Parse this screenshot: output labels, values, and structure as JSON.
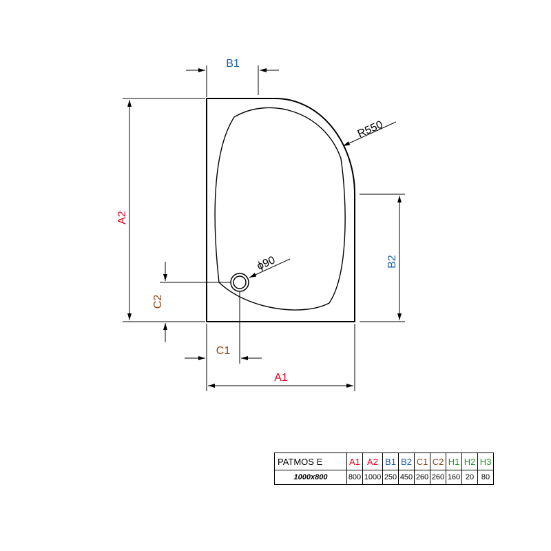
{
  "dimension_labels": {
    "A1": "A1",
    "A2": "A2",
    "B1": "B1",
    "B2": "B2",
    "C1": "C1",
    "C2": "C2",
    "radius": "R550",
    "drain": "90",
    "drain_symbol": "ϕ"
  },
  "colors": {
    "A": "#e2001a",
    "B": "#1560b0",
    "C": "#8b4513",
    "H": "#1a9a1a",
    "line": "#000000"
  },
  "table": {
    "model": "PATMOS E",
    "size": "1000x800",
    "columns": [
      {
        "key": "A1",
        "value": "800",
        "group": "A"
      },
      {
        "key": "A2",
        "value": "1000",
        "group": "A"
      },
      {
        "key": "B1",
        "value": "250",
        "group": "B"
      },
      {
        "key": "B2",
        "value": "450",
        "group": "B"
      },
      {
        "key": "C1",
        "value": "260",
        "group": "C"
      },
      {
        "key": "C2",
        "value": "260",
        "group": "C"
      },
      {
        "key": "H1",
        "value": "160",
        "group": "H"
      },
      {
        "key": "H2",
        "value": "20",
        "group": "H"
      },
      {
        "key": "H3",
        "value": "80",
        "group": "H"
      }
    ]
  }
}
